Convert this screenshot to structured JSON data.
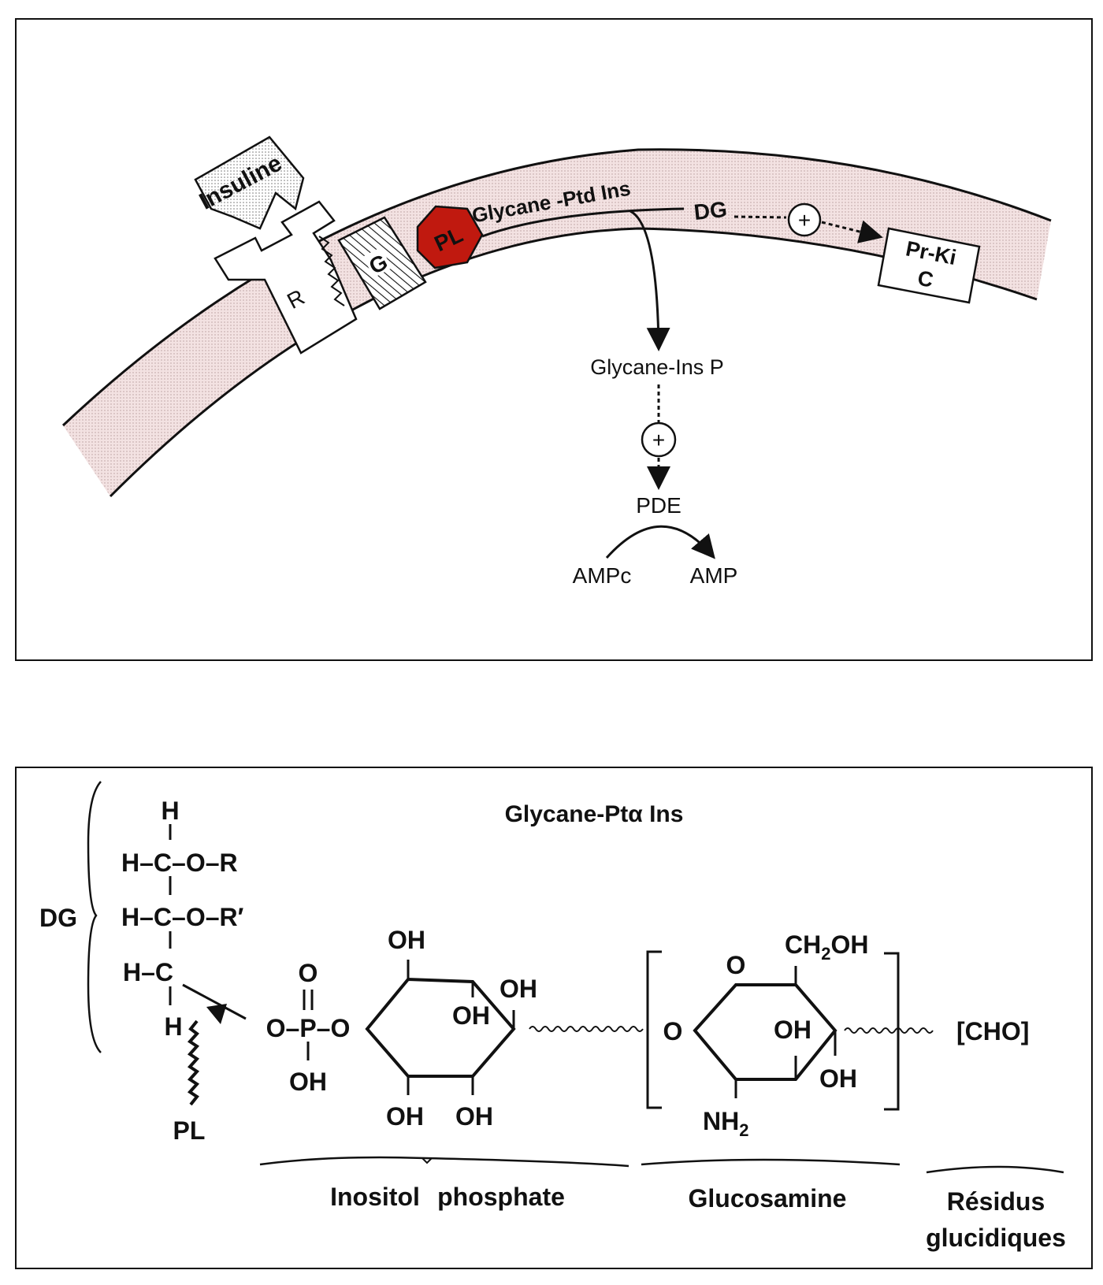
{
  "top_panel": {
    "insulin": "Insuline",
    "receptor": "R",
    "g_protein": "G",
    "phospholipase": "PL",
    "membrane_lipid": "Glycane -Ptd  Ins",
    "diacylglycerol": "DG",
    "plus_symbol": "+",
    "protein_kinase_line1": "Pr-Ki",
    "protein_kinase_line2": "C",
    "released_product": "Glycane-Ins  P",
    "phosphodiesterase": "PDE",
    "substrate": "AMPc",
    "product": "AMP",
    "colors": {
      "phospholipase_fill": "#c0190f",
      "membrane_fill": "#f1dede",
      "outline": "#111111"
    }
  },
  "bottom_panel": {
    "title": "Glycane-Ptα  Ins",
    "dg_label": "DG",
    "atom_H": "H",
    "row_1": "H–C–O–R",
    "row_2": "H–C–O–R′",
    "row_3": "H–C",
    "pl_label": "PL",
    "phosphate_O_top": "O",
    "phosphate_main": "O–P–O",
    "phosphate_OH": "OH",
    "inositol_OH": "OH",
    "glucosamine_O": "O",
    "glucosamine_CH2OH": "CH",
    "glucosamine_CH2OH_sub": "2",
    "glucosamine_CH2OH_end": "OH",
    "glucosamine_OH": "OH",
    "glucosamine_NH2": "NH",
    "glucosamine_NH2_sub": "2",
    "linkage_O": "O",
    "cho": "[CHO]",
    "brace_label_1": "Inositol",
    "brace_label_2": "phosphate",
    "brace_label_3": "Glucosamine",
    "brace_label_4a": "Résidus",
    "brace_label_4b": "glucidiques"
  }
}
